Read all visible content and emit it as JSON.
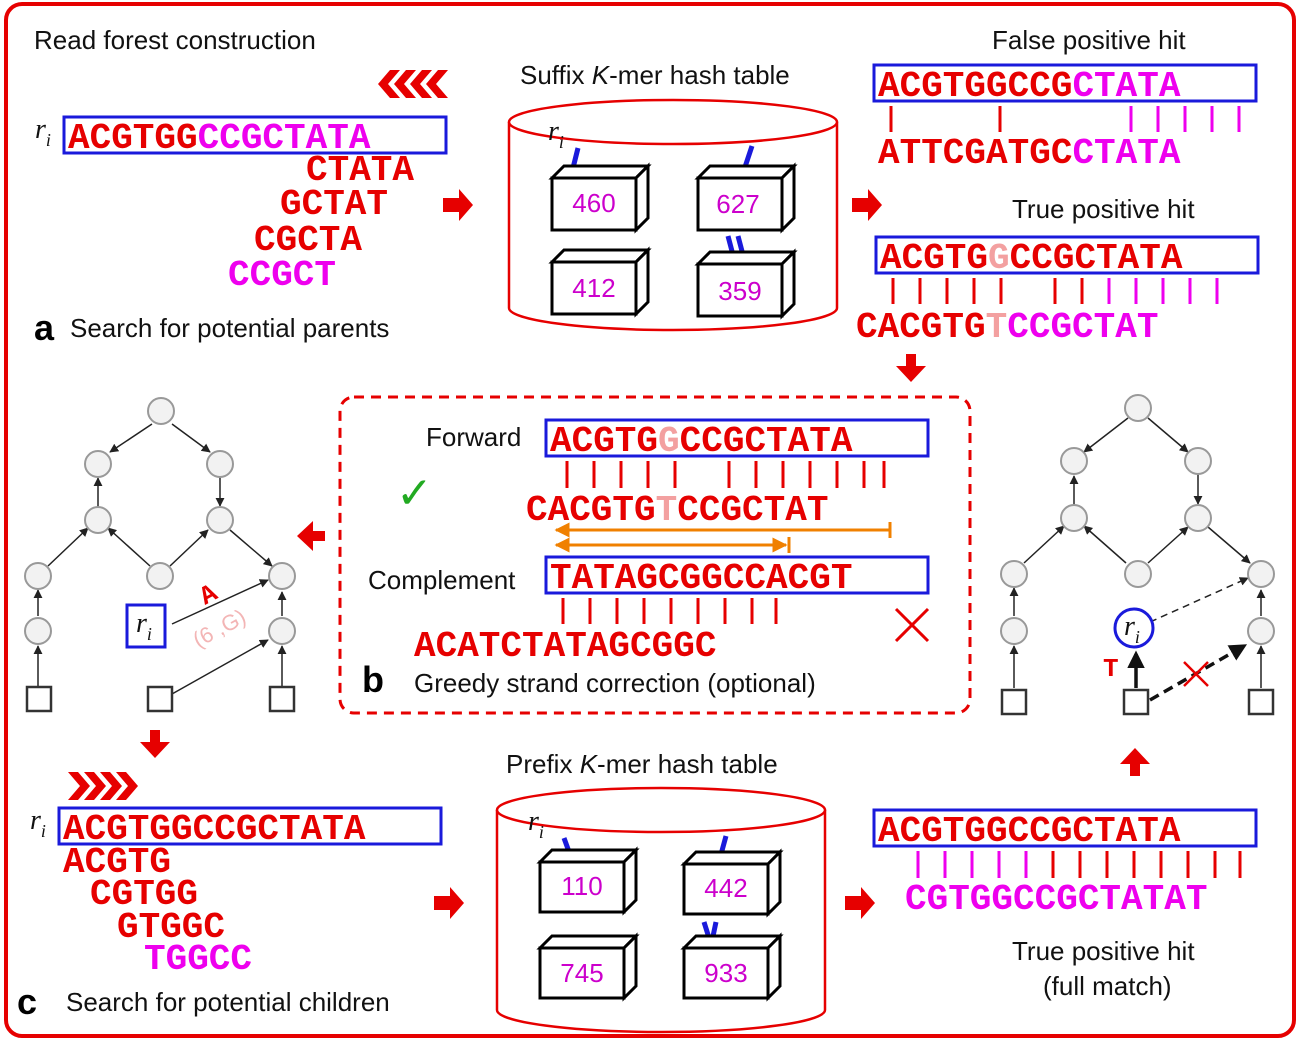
{
  "labels": {
    "read_forest": "Read forest construction",
    "suffix_table_pre": "Suffix ",
    "suffix_table_k": "K",
    "suffix_table_post": "-mer hash table",
    "false_pos": "False positive hit",
    "true_pos": "True positive hit",
    "panel_a_letter": "a",
    "panel_a_text": "Search for potential parents",
    "forward": "Forward",
    "complement": "Complement",
    "panel_b_letter": "b",
    "panel_b_text": "Greedy strand correction (optional)",
    "prefix_table_pre": "Prefix ",
    "prefix_table_k": "K",
    "prefix_table_post": "-mer hash table",
    "true_pos_full_1": "True positive hit",
    "true_pos_full_2": "(full match)",
    "panel_c_letter": "c",
    "panel_c_text": "Search for potential children",
    "ri_r": "r",
    "ri_i": "i",
    "edge_letter_A": "A",
    "edge_annot": "(6 ,G)",
    "edge_letter_T": "T"
  },
  "panel_a": {
    "read_red": "ACGTGG",
    "read_mag": "CCGCTATA",
    "suffixes": [
      {
        "text": "CTATA",
        "color": "red"
      },
      {
        "text": "GCTAT",
        "color": "red"
      },
      {
        "text": "CGCTA",
        "color": "red"
      },
      {
        "text": "CCGCT",
        "color": "mag"
      }
    ],
    "suffix_buckets": [
      "460",
      "627",
      "412",
      "359"
    ],
    "false_hit_top_red": "ACGTGGCCG",
    "false_hit_top_mag": "CTATA",
    "false_hit_bottom_red": "ATTCGATGC",
    "false_hit_bottom_mag": "CTATA",
    "true_hit_top_a": "ACGTG",
    "true_hit_top_b": "G",
    "true_hit_top_c": "CCGCTATA",
    "true_hit_bottom_a": "CACGTG",
    "true_hit_bottom_b": "T",
    "true_hit_bottom_c": "CCGCTAT"
  },
  "panel_b": {
    "forward_a": "ACGTG",
    "forward_b": "G",
    "forward_c": "CCGCTATA",
    "forward_match_a": "CACGTG",
    "forward_match_b": "T",
    "forward_match_c": "CCGCTAT",
    "complement_seq": "TATAGCGGCCACGT",
    "complement_match": "ACATCTATAGCGGC",
    "check_mark": "✓",
    "cross_mark": "✕"
  },
  "panel_c": {
    "read_red": "ACGTGGCCGCTATA",
    "prefixes": [
      {
        "text": "ACGTG",
        "color": "red"
      },
      {
        "text": "CGTGG",
        "color": "red"
      },
      {
        "text": "GTGGC",
        "color": "red"
      },
      {
        "text": "TGGCC",
        "color": "mag"
      }
    ],
    "prefix_buckets": [
      "110",
      "442",
      "745",
      "933"
    ],
    "hit_top": "ACGTGGCCGCTATA",
    "hit_bottom": "CGTGGCCGCTATAT"
  },
  "colors": {
    "frame": "#e60000",
    "read_box": "#1a1adb",
    "sequence_red": "#e60000",
    "sequence_magenta": "#ee00ee",
    "mismatch_pink": "#f3a0a0",
    "span_orange": "#f08000",
    "check_green": "#22aa22"
  }
}
